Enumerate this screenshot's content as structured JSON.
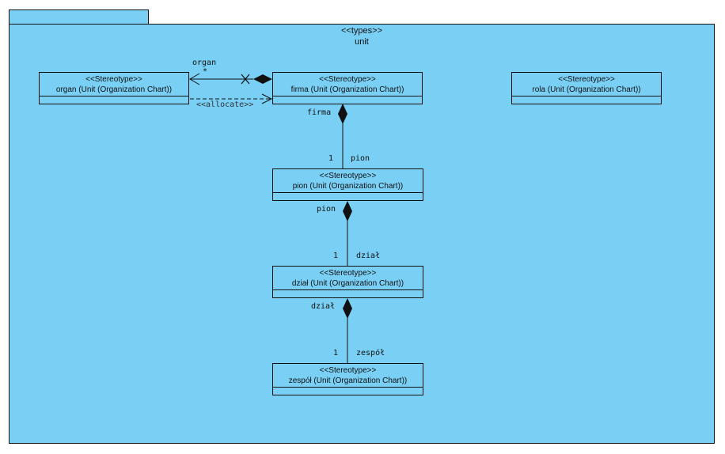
{
  "package": {
    "stereotype": "<<types>>",
    "name": "unit"
  },
  "classes": {
    "organ": {
      "stereotype": "<<Stereotype>>",
      "name": "organ (Unit (Organization Chart))"
    },
    "firma": {
      "stereotype": "<<Stereotype>>",
      "name": "firma (Unit (Organization Chart))"
    },
    "rola": {
      "stereotype": "<<Stereotype>>",
      "name": "rola (Unit (Organization Chart))"
    },
    "pion": {
      "stereotype": "<<Stereotype>>",
      "name": "pion (Unit (Organization Chart))"
    },
    "dzial": {
      "stereotype": "<<Stereotype>>",
      "name": "dział (Unit (Organization Chart))"
    },
    "zespol": {
      "stereotype": "<<Stereotype>>",
      "name": "zespół (Unit (Organization Chart))"
    }
  },
  "relations": {
    "firma_organ": {
      "role": "organ",
      "multiplicity": "*"
    },
    "allocate": {
      "label": "<<allocate>>"
    },
    "firma_pion": {
      "source_role": "firma",
      "target_multiplicity": "1",
      "target_role": "pion"
    },
    "pion_dzial": {
      "source_role": "pion",
      "target_multiplicity": "1",
      "target_role": "dział"
    },
    "dzial_zespol": {
      "source_role": "dział",
      "target_multiplicity": "1",
      "target_role": "zespół"
    }
  }
}
